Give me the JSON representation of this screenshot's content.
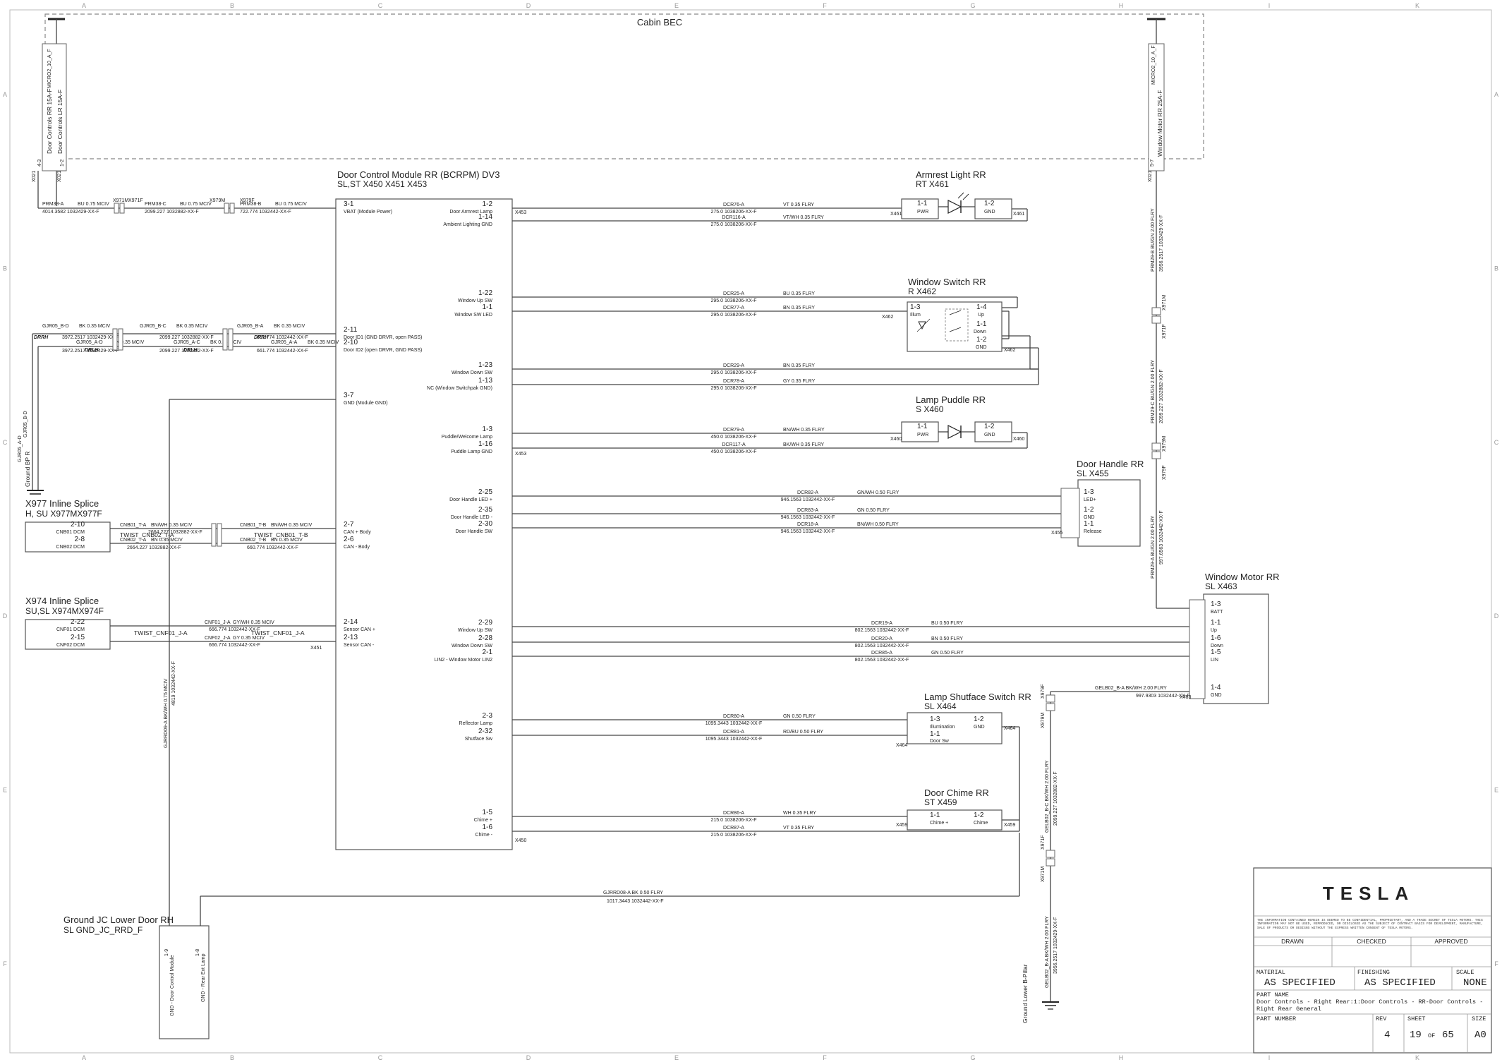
{
  "sheet_border_refs": {
    "columns": [
      "A",
      "B",
      "C",
      "D",
      "E",
      "F",
      "G",
      "H",
      "I",
      "K"
    ],
    "rows": [
      "A",
      "B",
      "C",
      "D",
      "E",
      "F"
    ]
  },
  "cabin_bec": {
    "title": "Cabin BEC",
    "fuse_left_top": "MICRO2_10_A_F",
    "fuse_left_1": "Door Controls RR 15A-F",
    "fuse_left_2": "Door Controls LR 15A-F",
    "fuse_left_pin_a": "4-3",
    "fuse_left_pin_b": "1-2",
    "fuse_right_top": "MICRO2_10_A_F",
    "fuse_right_1": "Window Motor RR 25A-F",
    "fuse_right_pin": "5-7",
    "conn_left": "X021",
    "conn_left2": "X021",
    "conn_right": "X021"
  },
  "dcm": {
    "title": "Door Control Module RR (BCRPM) DV3",
    "subtitle": "SL,ST     X450    X451    X453",
    "pins_left": [
      {
        "pin": "3-1",
        "name": "VBAT (Module Power)"
      },
      {
        "pin": "2-11",
        "name": "Door ID1 (GND DRVR, open PASS)"
      },
      {
        "pin": "2-10",
        "name": "Door ID2 (open DRVR, GND PASS)"
      },
      {
        "pin": "3-7",
        "name": "GND (Module GND)"
      },
      {
        "pin": "2-7",
        "name": "CAN + Body"
      },
      {
        "pin": "2-6",
        "name": "CAN - Body"
      },
      {
        "pin": "2-14",
        "name": "Sensor CAN +"
      },
      {
        "pin": "2-13",
        "name": "Sensor CAN -"
      }
    ],
    "pins_right": [
      {
        "pin": "1-2",
        "name": "Door Armrest Lamp"
      },
      {
        "pin": "1-14",
        "name": "Ambient Lighting GND"
      },
      {
        "pin": "1-22",
        "name": "Window Up SW"
      },
      {
        "pin": "1-1",
        "name": "Window SW LED"
      },
      {
        "pin": "1-23",
        "name": "Window Down SW"
      },
      {
        "pin": "1-13",
        "name": "NC (Window Switchpak GND)"
      },
      {
        "pin": "1-3",
        "name": "Puddle/Welcome Lamp"
      },
      {
        "pin": "1-16",
        "name": "Puddle Lamp GND"
      },
      {
        "pin": "2-25",
        "name": "Door Handle LED +"
      },
      {
        "pin": "2-35",
        "name": "Door Handle LED -"
      },
      {
        "pin": "2-30",
        "name": "Door Handle SW"
      },
      {
        "pin": "2-29",
        "name": "Window Up SW"
      },
      {
        "pin": "2-28",
        "name": "Window Down SW"
      },
      {
        "pin": "2-1",
        "name": "LIN2 - Window Motor LIN2"
      },
      {
        "pin": "2-3",
        "name": "Reflector Lamp"
      },
      {
        "pin": "2-32",
        "name": "Shutface Sw"
      },
      {
        "pin": "1-5",
        "name": "Chime +"
      },
      {
        "pin": "1-6",
        "name": "Chime -"
      }
    ],
    "conn_x453": "X453",
    "conn_x450": "X450",
    "conn_x451": "X451"
  },
  "wires_right": [
    {
      "id": "DCR76-A",
      "spec": "VT   0.35   FLRY",
      "len": "275.0   1038206-XX-F"
    },
    {
      "id": "DCR116-A",
      "spec": "VT/WH   0.35   FLRY",
      "len": "275.0   1038206-XX-F"
    },
    {
      "id": "DCR25-A",
      "spec": "BU   0.35   FLRY",
      "len": "295.0   1038206-XX-F"
    },
    {
      "id": "DCR77-A",
      "spec": "BN   0.35   FLRY",
      "len": "295.0   1038206-XX-F"
    },
    {
      "id": "DCR29-A",
      "spec": "BN   0.35   FLRY",
      "len": "295.0   1038206-XX-F"
    },
    {
      "id": "DCR78-A",
      "spec": "GY   0.35   FLRY",
      "len": "295.0   1038206-XX-F"
    },
    {
      "id": "DCR79-A",
      "spec": "BN/WH   0.35   FLRY",
      "len": "450.0   1038206-XX-F"
    },
    {
      "id": "DCR117-A",
      "spec": "BK/WH   0.35   FLRY",
      "len": "450.0   1038206-XX-F"
    },
    {
      "id": "DCR82-A",
      "spec": "GN/WH   0.50   FLRY",
      "len": "946.1563   1032442-XX-F"
    },
    {
      "id": "DCR83-A",
      "spec": "GN   0.50   FLRY",
      "len": "946.1563   1032442-XX-F"
    },
    {
      "id": "DCR18-A",
      "spec": "BN/WH   0.50   FLRY",
      "len": "946.1563   1032442-XX-F"
    },
    {
      "id": "DCR19-A",
      "spec": "BU   0.50   FLRY",
      "len": "802.1563   1032442-XX-F"
    },
    {
      "id": "DCR20-A",
      "spec": "BN   0.50   FLRY",
      "len": "802.1563   1032442-XX-F"
    },
    {
      "id": "DCR85-A",
      "spec": "GN   0.50   FLRY",
      "len": "802.1563   1032442-XX-F"
    },
    {
      "id": "DCR80-A",
      "spec": "GN   0.50   FLRY",
      "len": "1095.3443   1032442-XX-F"
    },
    {
      "id": "DCR81-A",
      "spec": "RD/BU   0.50   FLRY",
      "len": "1095.3443   1032442-XX-F"
    },
    {
      "id": "DCR86-A",
      "spec": "WH   0.35   FLRY",
      "len": "215.0   1038206-XX-F"
    },
    {
      "id": "DCR87-A",
      "spec": "VT   0.35   FLRY",
      "len": "215.0   1038206-XX-F"
    }
  ],
  "wires_left": {
    "prm": [
      {
        "id": "PRM38-A",
        "spec": "BU   0.75   MCIV",
        "len": "4014.3582   1032429-XX-F"
      },
      {
        "id": "PRM38-C",
        "spec": "BU   0.75   MCIV",
        "len": "2099.227   1032882-XX-F"
      },
      {
        "id": "PRM38-B",
        "spec": "BU   0.75   MCIV",
        "len": "722.774   1032442-XX-F"
      }
    ],
    "conn_labels": [
      "X971M",
      "X971F",
      "X979M",
      "X979F"
    ],
    "gjr": [
      {
        "id": "GJR05_B-D",
        "spec": "BK   0.35   MCIV",
        "len": "3972.2517   1032429-XX-F"
      },
      {
        "id": "GJR05_B-C",
        "spec": "BK   0.35   MCIV",
        "len": "2099.227   1032882-XX-F"
      },
      {
        "id": "GJR05_B-A",
        "spec": "BK   0.35   MCIV",
        "len": "661.774   1032442-XX-F"
      },
      {
        "id": "GJR05_A-D",
        "spec": "BK   0.35   MCIV",
        "len": "3972.2517   1032429-XX-F"
      },
      {
        "id": "GJR05_A-C",
        "spec": "BK   0.35   MCIV",
        "len": "2099.227   1032882-XX-F"
      },
      {
        "id": "GJR05_A-A",
        "spec": "BK   0.35   MCIV",
        "len": "661.774   1032442-XX-F"
      }
    ],
    "drlh": "DRLH",
    "drrh": "DRRH",
    "ground_bp": "Ground BP R",
    "can": [
      {
        "id": "CNB01_T-A",
        "spec": "BN/WH   0.35   MCIV",
        "len": "2664.227   1032882-XX-F"
      },
      {
        "id": "CNB02_T-A",
        "spec": "BN   0.35   MCIV",
        "len": "2664.227   1032882-XX-F"
      },
      {
        "id": "CNB01_T-B",
        "spec": "BN/WH   0.35   MCIV",
        "len": "660.774   1032442-XX-F"
      },
      {
        "id": "CNB02_T-B",
        "spec": "BN   0.35   MCIV",
        "len": "660.774   1032442-XX-F"
      }
    ],
    "twist_cnb": "TWIST_CNB02_T-A",
    "twist_cnb_b": "TWIST_CNB01_T-B",
    "cnf": [
      {
        "id": "CNF01_J-A",
        "spec": "GY/WH   0.35   MCIV",
        "len": "666.774   1032442-XX-F"
      },
      {
        "id": "CNF02_J-A",
        "spec": "GY   0.35   MCIV",
        "len": "666.774   1032442-XX-F"
      }
    ],
    "twist_cnf": "TWIST_CNF01_J-A",
    "twist_cnf_b": "TWIST_CNF01_J-A",
    "gnd_vertical": "GJRRD09-A   BK/WH   0.75   MCIV",
    "gnd_vertical_len": "4819   1032442-XX-F"
  },
  "splice_x977": {
    "title": "X977 Inline Splice",
    "subtitle": "H, SU     X977MX977F",
    "pins": [
      {
        "pin": "2-10",
        "name": "CNB01 DCM"
      },
      {
        "pin": "2-8",
        "name": "CNB02 DCM"
      }
    ]
  },
  "splice_x974": {
    "title": "X974 Inline Splice",
    "subtitle": "SU,SL     X974MX974F",
    "pins": [
      {
        "pin": "2-22",
        "name": "CNF01 DCM"
      },
      {
        "pin": "2-15",
        "name": "CNF02 DCM"
      }
    ]
  },
  "ground_jc": {
    "title": "Ground JC Lower Door RH",
    "subtitle": "SL          GND_JC_RRD_F",
    "pins": [
      {
        "pin": "1-9",
        "name": "GND - Door Control Module"
      },
      {
        "pin": "1-8",
        "name": "GND - Rear Ext Lamp"
      }
    ],
    "wire_id": "GJRRD08-A   BK   0.50   FLRY",
    "wire_len": "1017.3443   1032442-XX-F"
  },
  "armrest_light": {
    "title": "Armrest Light RR",
    "subtitle": "RT          X461",
    "pins": [
      {
        "pin": "1-1",
        "name": "PWR"
      },
      {
        "pin": "1-2",
        "name": "GND"
      }
    ],
    "conn_a": "X461",
    "conn_b": "X461"
  },
  "window_switch": {
    "title": "Window Switch RR",
    "subtitle": "R           X462",
    "pins": [
      {
        "pin": "1-3",
        "name": "Illum"
      },
      {
        "pin": "1-4",
        "name": "Up"
      },
      {
        "pin": "1-1",
        "name": "Down"
      },
      {
        "pin": "1-2",
        "name": "GND"
      }
    ],
    "conn_a": "X462",
    "conn_b": "X462"
  },
  "lamp_puddle": {
    "title": "Lamp Puddle RR",
    "subtitle": "S           X460",
    "pins": [
      {
        "pin": "1-1",
        "name": "PWR"
      },
      {
        "pin": "1-2",
        "name": "GND"
      }
    ],
    "conn_a": "X460",
    "conn_b": "X460"
  },
  "door_handle": {
    "title": "Door Handle RR",
    "subtitle": "SL          X455",
    "pins": [
      {
        "pin": "1-3",
        "name": "LED+"
      },
      {
        "pin": "1-2",
        "name": "GND"
      },
      {
        "pin": "1-1",
        "name": "Release"
      }
    ],
    "conn": "X455"
  },
  "window_motor": {
    "title": "Window Motor RR",
    "subtitle": "SL          X463",
    "pins": [
      {
        "pin": "1-3",
        "name": "BATT"
      },
      {
        "pin": "1-1",
        "name": "Up"
      },
      {
        "pin": "1-6",
        "name": "Down"
      },
      {
        "pin": "1-5",
        "name": "LIN"
      },
      {
        "pin": "1-4",
        "name": "GND"
      }
    ],
    "conn": "X463",
    "batt_wire_1": "PRM29-B   BU/GN   2.00   FLRY",
    "batt_wire_1_len": "3956.2517   1032429-XX-F",
    "batt_wire_2": "PRM29-C   BU/GN   2.00   FLRY",
    "batt_wire_2_len": "2099.227   1032882-XX-F",
    "batt_wire_3": "PRM29-A   BU/GN   2.00   FLRY",
    "batt_wire_3_len": "997.6563   1032442-XX-F",
    "conn_labels": [
      "X971M",
      "X971F",
      "X979M",
      "X979F"
    ],
    "gnd_wire": "GELB02_B-A   BK/WH   2.00   FLRY",
    "gnd_wire_len": "997.9303   1032442-XX-F",
    "gnd_v1": "GELB02_B-C   BK/WH   2.00   FLRY",
    "gnd_v1_len": "2099.227   1032882-XX-F",
    "gnd_v2": "GELB02_B-A   BK/WH   2.00   FLRY",
    "gnd_v2_len": "3956.2517   1032429-XX-F",
    "ground_b_pillar": "Ground Lower B-Pillar"
  },
  "lamp_shutface": {
    "title": "Lamp Shutface Switch RR",
    "subtitle": "SL          X464",
    "pins": [
      {
        "pin": "1-3",
        "name": "Illumination"
      },
      {
        "pin": "1-2",
        "name": "GND"
      },
      {
        "pin": "1-1",
        "name": "Door Sw"
      }
    ],
    "conn_a": "X464",
    "conn_b": "X464"
  },
  "door_chime": {
    "title": "Door Chime RR",
    "subtitle": "ST          X459",
    "pins": [
      {
        "pin": "1-1",
        "name": "Chime +"
      },
      {
        "pin": "1-2",
        "name": "Chime"
      }
    ],
    "conn_a": "X459",
    "conn_b": "X459"
  },
  "title_block": {
    "brand": "TESLA",
    "confidential": "THE INFORMATION CONTAINED HEREIN IS DEEMED TO BE CONFIDENTIAL, PROPRIETARY, AND A TRADE SECRET OF TESLA MOTORS. THIS INFORMATION MAY NOT BE USED, REPRODUCED, OR DISCLOSED AS THE SUBJECT OF CONTRACT BASIS FOR DEVELOPMENT, MANUFACTURE, SALE OF PRODUCTS OR DESIGNS WITHOUT THE EXPRESS WRITTEN CONSENT OF TESLA MOTORS.",
    "drawn": "DRAWN",
    "checked": "CHECKED",
    "approved": "APPROVED",
    "material_label": "MATERIAL",
    "material": "AS SPECIFIED",
    "finishing_label": "FINISHING",
    "finishing": "AS SPECIFIED",
    "scale_label": "SCALE",
    "scale": "NONE",
    "part_name_label": "PART NAME",
    "part_name_1": "Door Controls - Right Rear:1:Door Controls - RR-Door Controls -",
    "part_name_2": "Right Rear General",
    "part_number_label": "PART NUMBER",
    "rev_label": "REV",
    "rev": "4",
    "sheet_label": "SHEET",
    "sheet": "19",
    "of": "OF",
    "sheet_total": "65",
    "size_label": "SIZE",
    "size": "A0"
  }
}
